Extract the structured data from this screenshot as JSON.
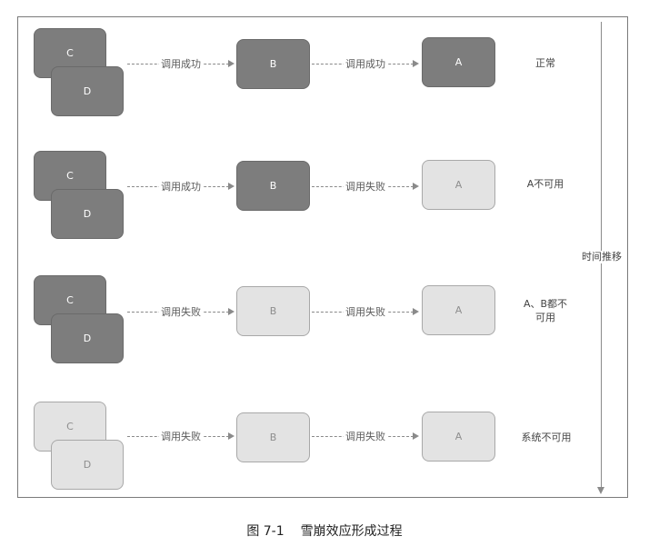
{
  "rows": [
    {
      "c": "C",
      "d": "D",
      "b": "B",
      "a": "A",
      "arrow1": "调用成功",
      "arrow2": "调用成功",
      "status": "正常",
      "state": {
        "c": "dark",
        "d": "dark",
        "b": "dark",
        "a": "dark"
      }
    },
    {
      "c": "C",
      "d": "D",
      "b": "B",
      "a": "A",
      "arrow1": "调用成功",
      "arrow2": "调用失败",
      "status": "A不可用",
      "state": {
        "c": "dark",
        "d": "dark",
        "b": "dark",
        "a": "light"
      }
    },
    {
      "c": "C",
      "d": "D",
      "b": "B",
      "a": "A",
      "arrow1": "调用失败",
      "arrow2": "调用失败",
      "status": "A、B都不可用",
      "status_line1": "A、B都不",
      "status_line2": "可用",
      "state": {
        "c": "dark",
        "d": "dark",
        "b": "light",
        "a": "light"
      }
    },
    {
      "c": "C",
      "d": "D",
      "b": "B",
      "a": "A",
      "arrow1": "调用失败",
      "arrow2": "调用失败",
      "status": "系统不可用",
      "state": {
        "c": "light",
        "d": "light",
        "b": "light",
        "a": "light"
      }
    }
  ],
  "timeline_label": "时间推移",
  "caption": {
    "figure_number": "图 7-1",
    "title": "雪崩效应形成过程"
  },
  "colors": {
    "available": "#7d7d7d",
    "unavailable": "#e3e3e3"
  }
}
